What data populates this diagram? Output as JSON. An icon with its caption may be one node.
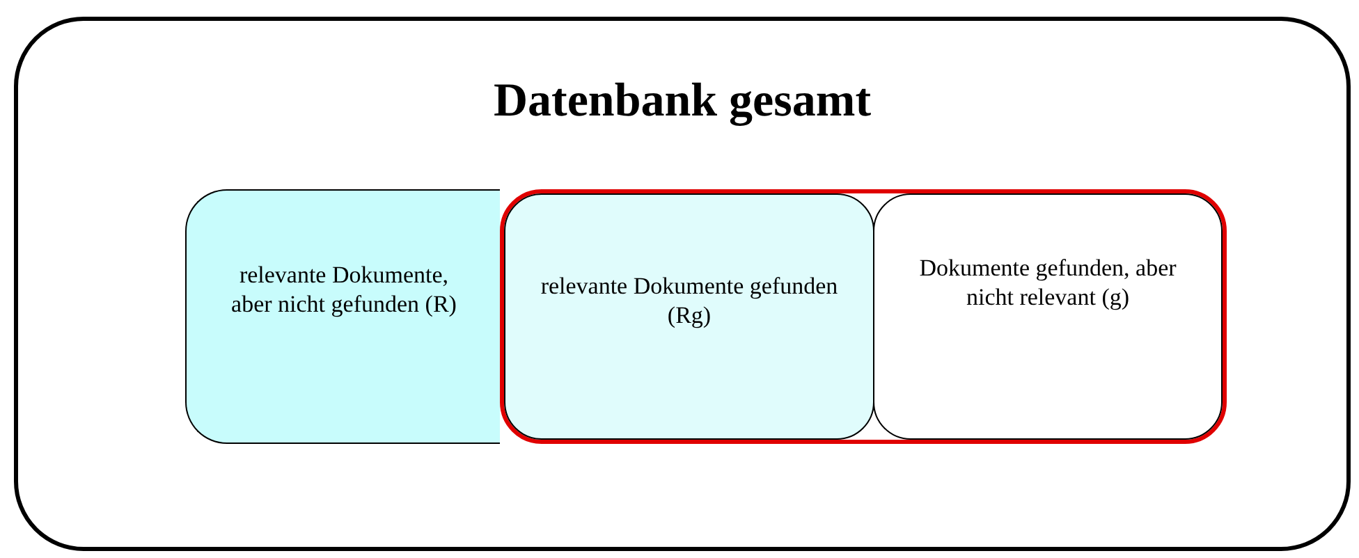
{
  "diagram": {
    "nodes": [
      {
        "text": [
          "Datenbank gesamt"
        ]
      },
      {
        "text": [
          "relevante Dokumente, aber nicht gefunden (R)"
        ],
        "in": 0
      },
      {
        "text": [],
        "shape": "box",
        "in": 0
      },
      {
        "text": [
          "relevante Dokumente gefunden (Rg)"
        ],
        "in": 2
      },
      {
        "text": [
          "Dokumente gefunden, aber nicht relevant (g)"
        ],
        "in": 2
      }
    ],
    "edges": []
  }
}
